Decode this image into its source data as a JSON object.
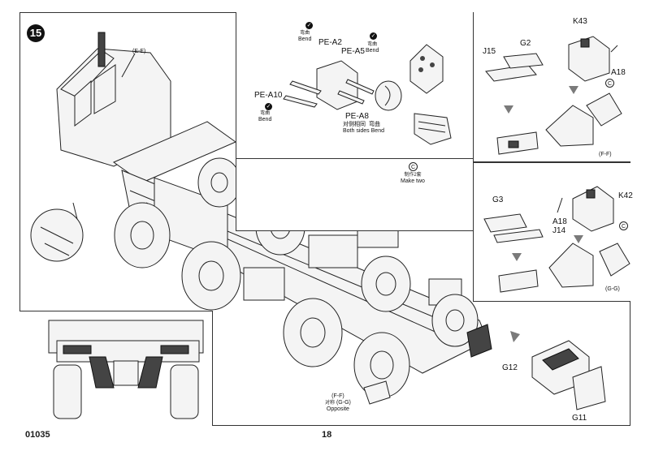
{
  "step": {
    "number": "15"
  },
  "footer": {
    "catalog_number": "01035",
    "page_number": "18"
  },
  "main_assembly": {
    "top_callout": "(E-E)",
    "bottom_callout": "(F-F)",
    "bottom_callout_opposite_cn": "对称",
    "bottom_callout_opposite_ref": "(G-G)",
    "bottom_callout_opposite_en": "Opposite"
  },
  "pe_panel": {
    "labels": {
      "pe_a2": "PE-A2",
      "pe_a5": "PE-A5",
      "pe_a10": "PE-A10",
      "pe_a8": "PE-A8"
    },
    "bend_cn": "弯曲",
    "bend_en": "Bend",
    "both_sides_cn": "对侧相同",
    "both_sides_en": "Both sides",
    "make_two_symbol": "C",
    "make_two_cn": "制作2套",
    "make_two_en": "Make two"
  },
  "sub_top": {
    "parts": {
      "j15": "J15",
      "g2": "G2",
      "k43": "K43",
      "a18": "A18"
    },
    "symbol": "C",
    "callout": "(F-F)"
  },
  "sub_mid": {
    "parts": {
      "g3": "G3",
      "k42": "K42",
      "a18": "A18",
      "j14": "J14"
    },
    "symbol": "C",
    "callout": "(G-G)"
  },
  "side_parts": {
    "g12": "G12",
    "g11": "G11"
  },
  "colors": {
    "ink": "#1a1a1a",
    "panel_border": "#333333",
    "arrow_grey": "#7a7a7a",
    "paper": "#ffffff"
  },
  "icons": [
    "check-icon",
    "make-two-c-icon",
    "step-number-icon",
    "arrow-icon"
  ]
}
